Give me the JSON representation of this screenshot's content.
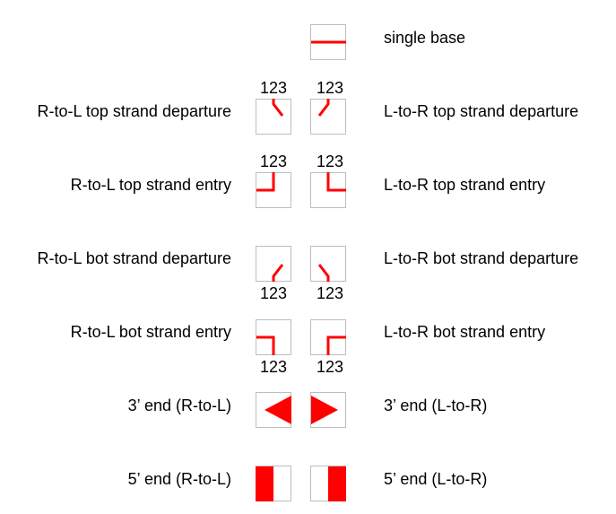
{
  "accent_color": "#ff0000",
  "rows": [
    {
      "id": "single-base",
      "left_label": "",
      "right_label": "single base",
      "number_top": "",
      "number_bottom": "",
      "left_icon": "",
      "right_icon": "horizontal-line-icon"
    },
    {
      "id": "top-departure",
      "left_label": "R-to-L top strand departure",
      "right_label": "L-to-R top strand departure",
      "number_top": "123",
      "number_bottom": "",
      "left_icon": "diagonal-up-left-icon",
      "right_icon": "diagonal-up-right-icon"
    },
    {
      "id": "top-entry",
      "left_label": "R-to-L top strand entry",
      "right_label": "L-to-R top strand entry",
      "number_top": "123",
      "number_bottom": "",
      "left_icon": "corner-up-left-icon",
      "right_icon": "corner-up-right-icon"
    },
    {
      "id": "bot-departure",
      "left_label": "R-to-L bot strand departure",
      "right_label": "L-to-R bot strand departure",
      "number_top": "",
      "number_bottom": "123",
      "left_icon": "diagonal-down-left-icon",
      "right_icon": "diagonal-down-right-icon"
    },
    {
      "id": "bot-entry",
      "left_label": "R-to-L bot strand entry",
      "right_label": "L-to-R bot strand entry",
      "number_top": "",
      "number_bottom": "123",
      "left_icon": "corner-down-left-icon",
      "right_icon": "corner-down-right-icon"
    },
    {
      "id": "three-prime",
      "left_label": "3’ end (R-to-L)",
      "right_label": "3’ end (L-to-R)",
      "number_top": "",
      "number_bottom": "",
      "left_icon": "triangle-left-icon",
      "right_icon": "triangle-right-icon"
    },
    {
      "id": "five-prime",
      "left_label": "5’ end (R-to-L)",
      "right_label": "5’ end (L-to-R)",
      "number_top": "",
      "number_bottom": "",
      "left_icon": "block-left-icon",
      "right_icon": "block-right-icon"
    }
  ]
}
